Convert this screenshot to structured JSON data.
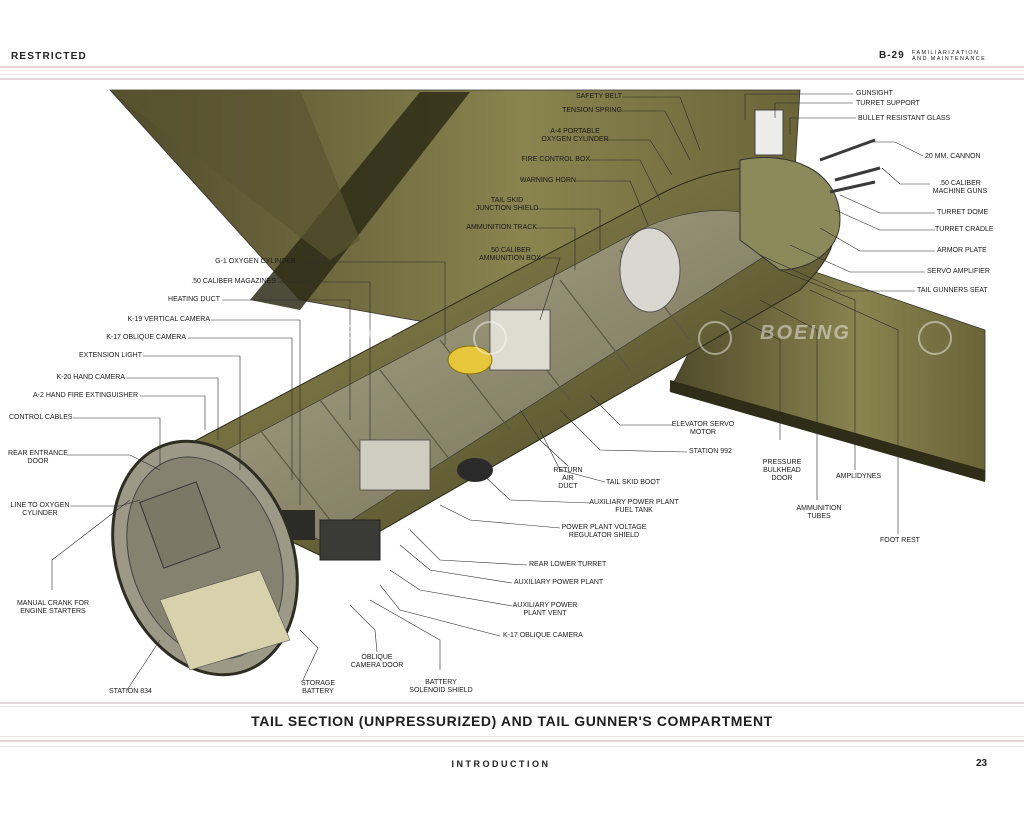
{
  "header": {
    "left": "RESTRICTED",
    "right_model": "B-29",
    "right_sub_1": "FAMILIARIZATION",
    "right_sub_2": "AND MAINTENANCE"
  },
  "title": "TAIL SECTION (UNPRESSURIZED) AND TAIL GUNNER'S COMPARTMENT",
  "footer": {
    "section": "INTRODUCTION",
    "page": "23"
  },
  "watermark": "BOEING",
  "labels": {
    "gunsight": "GUNSIGHT",
    "turret_support": "TURRET SUPPORT",
    "bullet_resistant_glass": "BULLET RESISTANT GLASS",
    "cannon_20mm": "20 MM. CANNON",
    "cal50_guns": ".50 CALIBER\nMACHINE GUNS",
    "turret_dome": "TURRET DOME",
    "turret_cradle": "TURRET CRADLE",
    "armor_plate": "ARMOR PLATE",
    "servo_amplifier": "SERVO AMPLIFIER",
    "tail_gunners_seat": "TAIL GUNNERS SEAT",
    "safety_belt": "SAFETY BELT",
    "tension_spring": "TENSION SPRING",
    "a4_oxygen": "A-4 PORTABLE\nOXYGEN CYLINDER",
    "fire_control_box": "FIRE CONTROL BOX",
    "warning_horn": "WARNING HORN",
    "tail_skid_shield": "TAIL SKID\nJUNCTION SHIELD",
    "ammunition_track": "AMMUNITION TRACK",
    "ammo_box": ".50 CALIBER\nAMMUNITION BOX",
    "g1_oxygen": "G-1 OXYGEN CYLINDER",
    "cal50_magazines": ".50 CALIBER MAGAZINES",
    "heating_duct": "HEATING DUCT",
    "k19_camera": "K-19 VERTICAL CAMERA",
    "k17_camera_upper": "K-17 OBLIQUE CAMERA",
    "extension_light": "EXTENSION LIGHT",
    "k20_camera": "K-20 HAND CAMERA",
    "a2_extinguisher": "A-2 HAND FIRE EXTINGUISHER",
    "control_cables": "CONTROL CABLES",
    "rear_entrance_door": "REAR ENTRANCE\nDOOR",
    "line_to_oxygen": "LINE TO OXYGEN\nCYLINDER",
    "manual_crank": "MANUAL CRANK FOR\nENGINE STARTERS",
    "station_834": "STATION 834",
    "storage_battery": "STORAGE\nBATTERY",
    "oblique_camera_door": "OBLIQUE\nCAMERA DOOR",
    "battery_solenoid": "BATTERY\nSOLENOID SHIELD",
    "k17_camera_lower": "K-17 OBLIQUE CAMERA",
    "aux_power_vent": "AUXILIARY POWER\nPLANT VENT",
    "aux_power_plant": "AUXILIARY POWER PLANT",
    "rear_lower_turret": "REAR LOWER TURRET",
    "voltage_regulator": "POWER PLANT VOLTAGE\nREGULATOR SHIELD",
    "aux_fuel_tank": "AUXILIARY POWER PLANT\nFUEL TANK",
    "tail_skid_boot": "TAIL SKID BOOT",
    "return_air_duct": "RETURN\nAIR\nDUCT",
    "station_992": "STATION 992",
    "elevator_servo": "ELEVATOR SERVO\nMOTOR",
    "pressure_bulkhead": "PRESSURE\nBULKHEAD\nDOOR",
    "ammunition_tubes": "AMMUNITION\nTUBES",
    "amplidynes": "AMPLIDYNES",
    "foot_rest": "FOOT REST"
  }
}
